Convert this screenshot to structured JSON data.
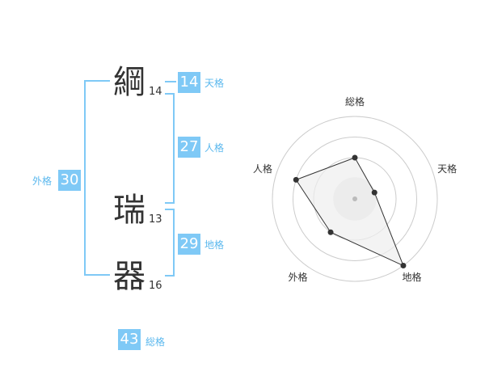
{
  "name": {
    "chars": [
      {
        "char": "綱",
        "strokes": "14"
      },
      {
        "char": "瑞",
        "strokes": "13"
      },
      {
        "char": "器",
        "strokes": "16"
      }
    ]
  },
  "fortune": {
    "tenkaku": {
      "value": "14",
      "label": "天格"
    },
    "jinkaku": {
      "value": "27",
      "label": "人格"
    },
    "chikaku": {
      "value": "29",
      "label": "地格"
    },
    "gaikaku": {
      "value": "30",
      "label": "外格"
    },
    "soukaku": {
      "value": "43",
      "label": "総格"
    }
  },
  "chart_data": {
    "type": "radar",
    "axes": [
      "総格",
      "天格",
      "地格",
      "外格",
      "人格"
    ],
    "series": [
      {
        "values": [
          2,
          1,
          4,
          2,
          3
        ]
      }
    ],
    "rmax": 4,
    "colors": {
      "fill": "#eeeeee",
      "line": "#333333",
      "grid": "#cccccc"
    }
  }
}
